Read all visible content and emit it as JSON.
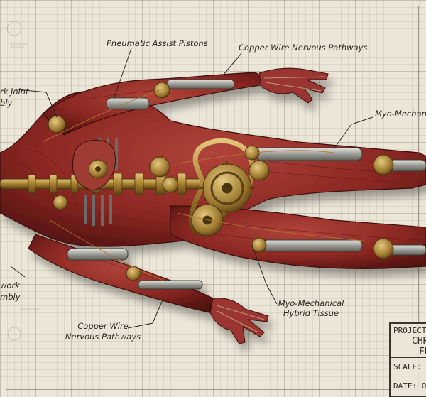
{
  "labels": {
    "pistons": "Pneumatic Assist Pistons",
    "copper_top": "Copper Wire Nervous Pathways",
    "joint_top_l1": "rk Joint",
    "joint_top_l2": "bly",
    "myo_right": "Myo-Mechanica",
    "joint_bot_l1": "work",
    "joint_bot_l2": "mbly",
    "myo_bottom_l1": "Myo-Mechanical",
    "myo_bottom_l2": "Hybrid Tissue",
    "copper_bottom_l1": "Copper Wire",
    "copper_bottom_l2": "Nervous Pathways"
  },
  "title_block": {
    "project": "PROJECT:",
    "name_l1": "CHR",
    "name_l2": "FU",
    "scale": "SCALE: 1:",
    "date": "DATE: O"
  },
  "colors": {
    "muscle": "#8e2a24",
    "muscle_dark": "#5e1714",
    "brass": "#b08a3e",
    "steel": "#a9a9a3",
    "paper": "#ebe6d8",
    "ink": "#2a2520"
  }
}
